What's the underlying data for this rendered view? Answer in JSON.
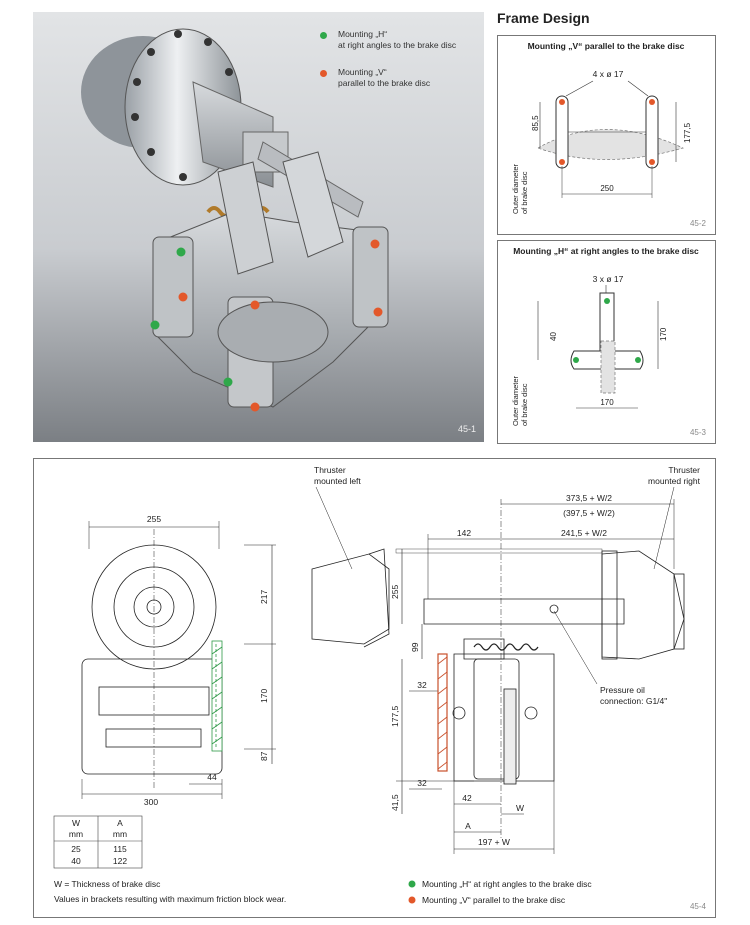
{
  "frame_title": "Frame Design",
  "photo": {
    "legend_h_line1": "Mounting „H“",
    "legend_h_line2": "at right angles to the brake disc",
    "legend_v_line1": "Mounting „V“",
    "legend_v_line2": "parallel to the brake disc",
    "fig": "45-1"
  },
  "panel_v": {
    "title": "Mounting „V“ parallel to the brake disc",
    "holes": "4 x ø 17",
    "dim_855": "85,5",
    "dim_1775": "177,5",
    "dim_250": "250",
    "outer1": "Outer diameter",
    "outer2": "of brake disc",
    "fig": "45-2"
  },
  "panel_h": {
    "title": "Mounting „H“ at right angles to the brake disc",
    "holes": "3 x ø 17",
    "dim_40": "40",
    "dim_170": "170",
    "dim_170b": "170",
    "outer1": "Outer diameter",
    "outer2": "of brake disc",
    "fig": "45-3"
  },
  "drawing": {
    "dim_255": "255",
    "dim_217": "217",
    "dim_170": "170",
    "dim_87": "87",
    "dim_44": "44",
    "dim_300": "300",
    "thruster_left_1": "Thruster",
    "thruster_left_2": "mounted left",
    "thruster_right_1": "Thruster",
    "thruster_right_2": "mounted right",
    "dim_3735": "373,5 + W/2",
    "dim_3975": "(397,5 + W/2)",
    "dim_142": "142",
    "dim_2415": "241,5 + W/2",
    "dim_255b": "255",
    "dim_99": "99",
    "dim_32a": "32",
    "dim_1775": "177,5",
    "dim_415": "41,5",
    "dim_32b": "32",
    "dim_42": "42",
    "dim_W": "W",
    "dim_A": "A",
    "dim_197": "197 + W",
    "oil1": "Pressure oil",
    "oil2": "connection: G1/4\"",
    "table_head": [
      "W",
      "A"
    ],
    "table_units": [
      "mm",
      "mm"
    ],
    "table_rows": [
      [
        "25",
        "115"
      ],
      [
        "40",
        "122"
      ]
    ],
    "note1": "W = Thickness of brake disc",
    "note2": "Values in brackets resulting with maximum friction block wear.",
    "legend_h": "Mounting „H“ at right angles to the brake disc",
    "legend_v": "Mounting „V“ parallel to the brake disc",
    "fig": "45-4"
  },
  "colors": {
    "green": "#2fa84a",
    "orange": "#e3582a",
    "hatch_orange": "#c9502b",
    "hatch_green": "#2e9a47"
  }
}
